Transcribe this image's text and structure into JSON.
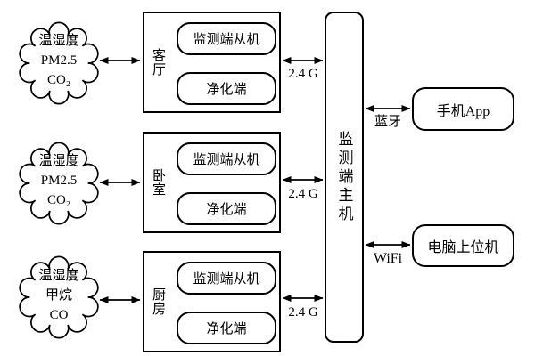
{
  "clouds": [
    {
      "lines": [
        "温湿度",
        "PM2.5",
        "CO₂"
      ]
    },
    {
      "lines": [
        "温湿度",
        "PM2.5",
        "CO₂"
      ]
    },
    {
      "lines": [
        "温湿度",
        "甲烷",
        "CO"
      ]
    }
  ],
  "rooms": [
    {
      "label": "客厅",
      "monitor": "监测端从机",
      "purifier": "净化端",
      "link": "2.4 G"
    },
    {
      "label": "卧室",
      "monitor": "监测端从机",
      "purifier": "净化端",
      "link": "2.4 G"
    },
    {
      "label": "厨房",
      "monitor": "监测端从机",
      "purifier": "净化端",
      "link": "2.4 G"
    }
  ],
  "hub": {
    "label": "监测端主机"
  },
  "remote": {
    "phone": {
      "label": "手机App",
      "link": "蓝牙"
    },
    "pc": {
      "label": "电脑上位机",
      "link": "WiFi"
    }
  },
  "colors": {
    "line": "#000000",
    "background": "#ffffff"
  }
}
